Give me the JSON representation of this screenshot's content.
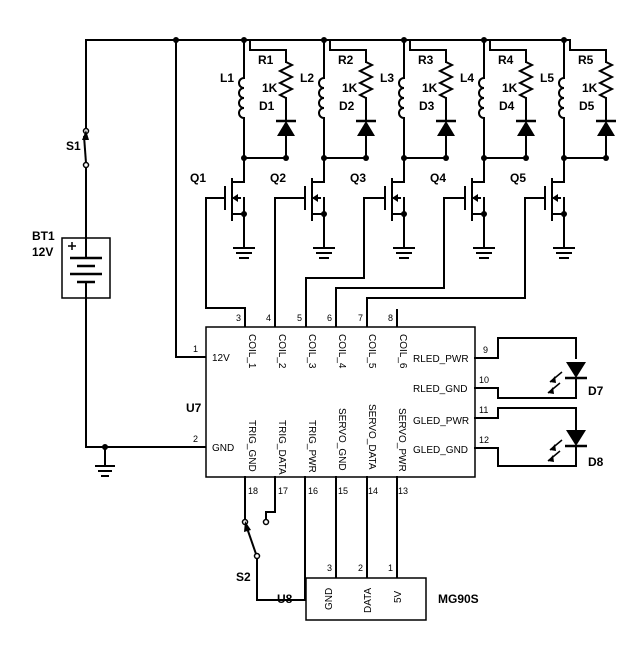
{
  "battery": {
    "ref": "BT1",
    "value": "12V"
  },
  "switch1": {
    "ref": "S1"
  },
  "switch2": {
    "ref": "S2"
  },
  "channels": [
    {
      "inductor": "L1",
      "resistor": "R1",
      "res_value": "1K",
      "diode": "D1",
      "mosfet": "Q1"
    },
    {
      "inductor": "L2",
      "resistor": "R2",
      "res_value": "1K",
      "diode": "D2",
      "mosfet": "Q2"
    },
    {
      "inductor": "L3",
      "resistor": "R3",
      "res_value": "1K",
      "diode": "D3",
      "mosfet": "Q3"
    },
    {
      "inductor": "L4",
      "resistor": "R4",
      "res_value": "1K",
      "diode": "D4",
      "mosfet": "Q4"
    },
    {
      "inductor": "L5",
      "resistor": "R5",
      "res_value": "1K",
      "diode": "D5",
      "mosfet": "Q5"
    }
  ],
  "u7": {
    "ref": "U7",
    "left_pins": [
      {
        "num": "1",
        "name": "12V"
      },
      {
        "num": "2",
        "name": "GND"
      }
    ],
    "top_pins": [
      {
        "num": "3",
        "name": "COIL_1"
      },
      {
        "num": "4",
        "name": "COIL_2"
      },
      {
        "num": "5",
        "name": "COIL_3"
      },
      {
        "num": "6",
        "name": "COIL_4"
      },
      {
        "num": "7",
        "name": "COIL_5"
      },
      {
        "num": "8",
        "name": "COIL_6"
      }
    ],
    "right_pins": [
      {
        "num": "9",
        "name": "RLED_PWR"
      },
      {
        "num": "10",
        "name": "RLED_GND"
      },
      {
        "num": "11",
        "name": "GLED_PWR"
      },
      {
        "num": "12",
        "name": "GLED_GND"
      }
    ],
    "bottom_pins": [
      {
        "num": "18",
        "name": "TRIG_GND"
      },
      {
        "num": "17",
        "name": "TRIG_DATA"
      },
      {
        "num": "16",
        "name": "TRIG_PWR"
      },
      {
        "num": "15",
        "name": "SERVO_GND"
      },
      {
        "num": "14",
        "name": "SERVO_DATA"
      },
      {
        "num": "13",
        "name": "SERVO_PWR"
      }
    ]
  },
  "leds": [
    {
      "ref": "D7"
    },
    {
      "ref": "D8"
    }
  ],
  "u8": {
    "ref": "U8",
    "part": "MG90S",
    "pins": [
      {
        "num": "3",
        "name": "GND"
      },
      {
        "num": "2",
        "name": "DATA"
      },
      {
        "num": "1",
        "name": "5V"
      }
    ]
  }
}
